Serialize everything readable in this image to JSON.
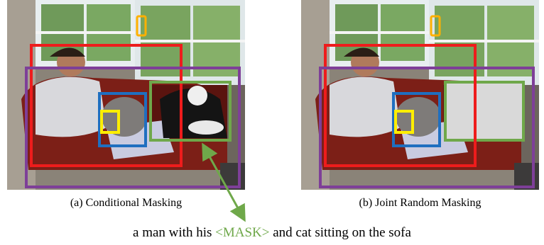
{
  "panels": [
    {
      "caption": "(a) Conditional Masking"
    },
    {
      "caption": "(b) Joint Random Masking"
    }
  ],
  "sentence": {
    "before": "a man with his ",
    "mask": "<MASK>",
    "after": " and cat sitting on the sofa"
  },
  "colors": {
    "red": "#ee1c1c",
    "purple": "#7e3f98",
    "blue": "#1f6fc0",
    "green": "#6fa84a",
    "yellow": "#ffee00",
    "orange": "#ffb000",
    "mask_fill": "#d9d9d9"
  }
}
